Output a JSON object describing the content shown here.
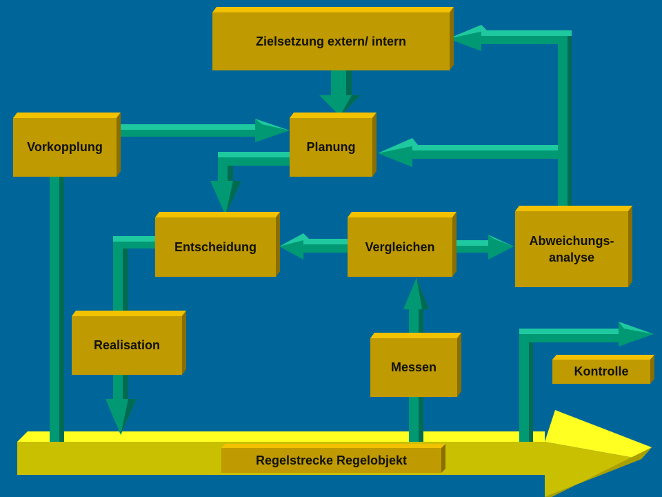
{
  "colors": {
    "background": "#006699",
    "box_front": "#BF9A00",
    "box_top": "#F2C100",
    "box_side": "#8A6E00",
    "arrow_front": "#009973",
    "arrow_light": "#1FC9A0",
    "arrow_dark": "#006B52",
    "band_front": "#C8C000",
    "band_top": "#FFFF22"
  },
  "nodes": {
    "zielsetzung": "Zielsetzung   extern/ intern",
    "vorkopplung": "Vorkopplung",
    "planung": "Planung",
    "entscheidung": "Entscheidung",
    "vergleichen": "Vergleichen",
    "abweichungsanalyse": "Abweichungs-\nanalyse",
    "realisation": "Realisation",
    "messen": "Messen",
    "kontrolle": "Kontrolle",
    "regelstrecke": "Regelstrecke  Regelobjekt"
  },
  "edges": [
    {
      "from": "zielsetzung",
      "to": "planung"
    },
    {
      "from": "vorkopplung",
      "to": "planung"
    },
    {
      "from": "abweichungsanalyse",
      "to": "planung"
    },
    {
      "from": "abweichungsanalyse",
      "to": "zielsetzung"
    },
    {
      "from": "planung",
      "to": "entscheidung"
    },
    {
      "from": "vergleichen",
      "to": "entscheidung"
    },
    {
      "from": "vergleichen",
      "to": "abweichungsanalyse"
    },
    {
      "from": "entscheidung",
      "to": "regelstrecke"
    },
    {
      "from": "vorkopplung",
      "to": "regelstrecke"
    },
    {
      "from": "messen",
      "to": "vergleichen"
    },
    {
      "from": "regelstrecke",
      "to": "kontrolle"
    }
  ]
}
